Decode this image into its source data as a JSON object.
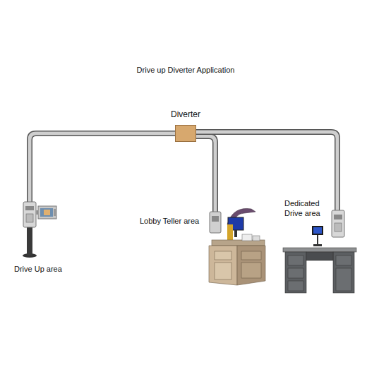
{
  "diagram": {
    "title": "Drive up Diverter Application",
    "nodes": [
      {
        "text": [
          "Diverter"
        ]
      },
      {
        "text": [
          "Drive Up area"
        ]
      },
      {
        "text": [
          "Lobby Teller area"
        ]
      },
      {
        "text": [
          "Dedicated Drive area"
        ]
      }
    ],
    "edges": [
      {
        "from": 0,
        "to": 1,
        "arrow": "none"
      },
      {
        "from": 0,
        "to": 2,
        "arrow": "none"
      },
      {
        "from": 0,
        "to": 3,
        "arrow": "none"
      }
    ]
  }
}
